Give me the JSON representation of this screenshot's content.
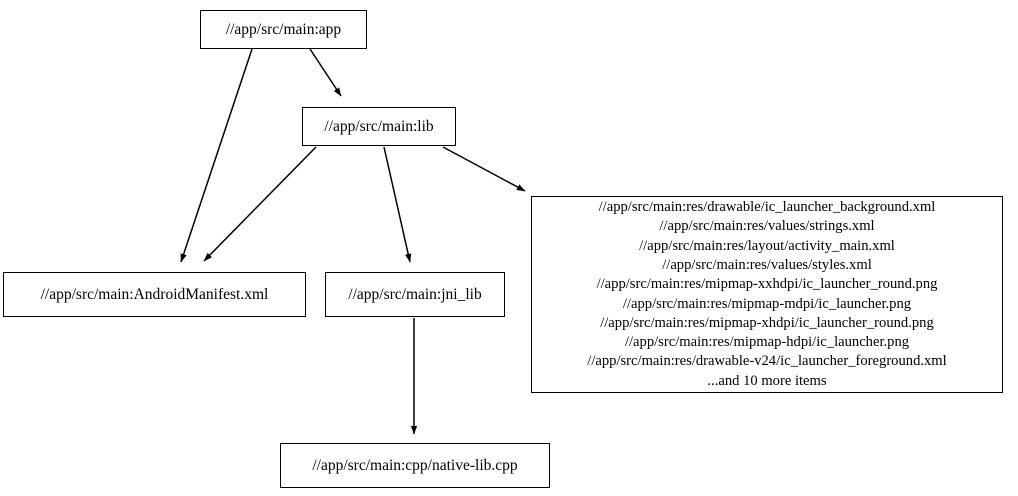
{
  "graph": {
    "type": "directed-dependency-graph",
    "nodes": [
      {
        "id": "app",
        "label": "//app/src/main:app"
      },
      {
        "id": "lib",
        "label": "//app/src/main:lib"
      },
      {
        "id": "manifest",
        "label": "//app/src/main:AndroidManifest.xml"
      },
      {
        "id": "jni_lib",
        "label": "//app/src/main:jni_lib"
      },
      {
        "id": "cpp",
        "label": "//app/src/main:cpp/native-lib.cpp"
      },
      {
        "id": "resources",
        "label": "//app/src/main:res/drawable/ic_launcher_background.xml\n//app/src/main:res/values/strings.xml\n//app/src/main:res/layout/activity_main.xml\n//app/src/main:res/values/styles.xml\n//app/src/main:res/mipmap-xxhdpi/ic_launcher_round.png\n//app/src/main:res/mipmap-mdpi/ic_launcher.png\n//app/src/main:res/mipmap-xhdpi/ic_launcher_round.png\n//app/src/main:res/mipmap-hdpi/ic_launcher.png\n//app/src/main:res/drawable-v24/ic_launcher_foreground.xml\n...and 10 more items",
        "lines": [
          "//app/src/main:res/drawable/ic_launcher_background.xml",
          "//app/src/main:res/values/strings.xml",
          "//app/src/main:res/layout/activity_main.xml",
          "//app/src/main:res/values/styles.xml",
          "//app/src/main:res/mipmap-xxhdpi/ic_launcher_round.png",
          "//app/src/main:res/mipmap-mdpi/ic_launcher.png",
          "//app/src/main:res/mipmap-xhdpi/ic_launcher_round.png",
          "//app/src/main:res/mipmap-hdpi/ic_launcher.png",
          "//app/src/main:res/drawable-v24/ic_launcher_foreground.xml",
          "...and 10 more items"
        ]
      }
    ],
    "edges": [
      {
        "from": "app",
        "to": "manifest"
      },
      {
        "from": "app",
        "to": "lib"
      },
      {
        "from": "lib",
        "to": "manifest"
      },
      {
        "from": "lib",
        "to": "jni_lib"
      },
      {
        "from": "lib",
        "to": "resources"
      },
      {
        "from": "jni_lib",
        "to": "cpp"
      }
    ],
    "colors": {
      "background": "#ffffff",
      "node_border": "#000000",
      "node_fill": "#ffffff",
      "edge": "#000000",
      "text": "#000000"
    }
  }
}
